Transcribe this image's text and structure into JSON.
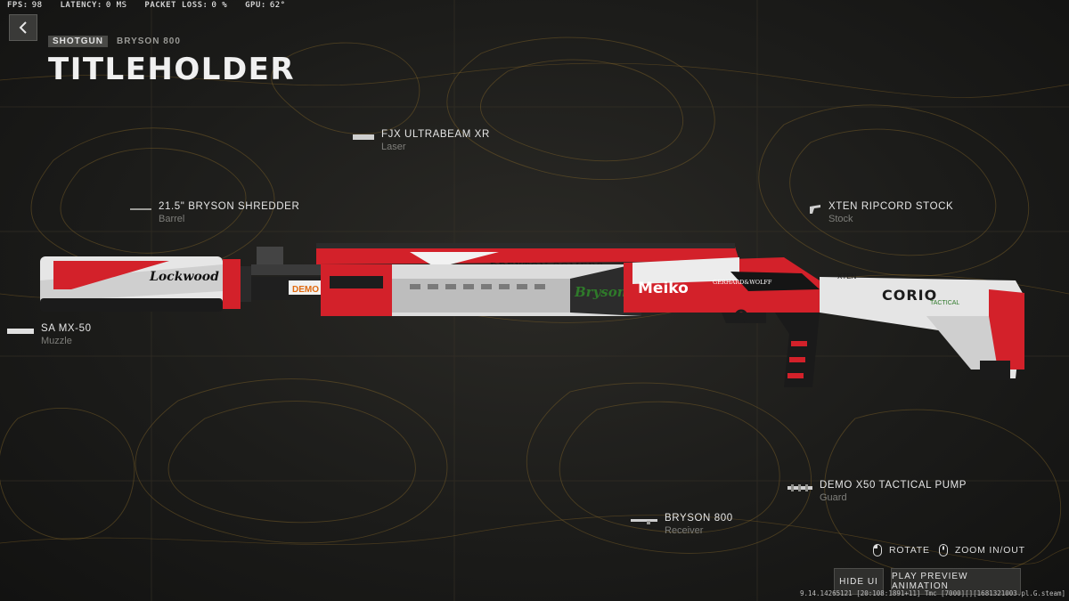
{
  "stats": {
    "fps_label": "FPS:",
    "fps_value": "98",
    "latency_label": "LATENCY:",
    "latency_value": "0 MS",
    "packet_loss_label": "PACKET LOSS:",
    "packet_loss_value": "0 %",
    "gpu_label": "GPU:",
    "gpu_value": "62°"
  },
  "header": {
    "category": "SHOTGUN",
    "weapon": "BRYSON 800",
    "blueprint_name": "TITLEHOLDER"
  },
  "attachments": [
    {
      "name": "FJX ULTRABEAM XR",
      "slot": "Laser",
      "icon": "laser-icon"
    },
    {
      "name": "21.5\" BRYSON SHREDDER",
      "slot": "Barrel",
      "icon": "barrel-icon"
    },
    {
      "name": "XTEN RIPCORD STOCK",
      "slot": "Stock",
      "icon": "stock-icon"
    },
    {
      "name": "SA MX-50",
      "slot": "Muzzle",
      "icon": "muzzle-icon"
    },
    {
      "name": "DEMO X50 TACTICAL PUMP",
      "slot": "Guard",
      "icon": "guard-icon"
    },
    {
      "name": "BRYSON 800",
      "slot": "Receiver",
      "icon": "receiver-icon"
    }
  ],
  "weapon_decals": {
    "suppressor_brand": "Lockwood",
    "rail_text": "DREXTON SOMERS",
    "receiver_brand": "Meiko",
    "receiver_small": "GERHARD&WOLFF",
    "guard_brand": "Bryson",
    "guard_small": "DEMO",
    "stock_brand": "CORIO",
    "stock_small": "TACTICAL",
    "stock_side": "XTEN"
  },
  "controls": {
    "rotate_label": "ROTATE",
    "zoom_label": "ZOOM IN/OUT"
  },
  "buttons": {
    "hide_ui": "HIDE UI",
    "play_preview": "PLAY PREVIEW ANIMATION"
  },
  "build_string": "9.14.14265121 [20:108:1891+11] Tmc [7000][][1681321003.pl.G.steam]",
  "colors": {
    "accent_red": "#d3212a",
    "topo_line": "#8a6a2a",
    "panel": "#2f2f2d"
  }
}
